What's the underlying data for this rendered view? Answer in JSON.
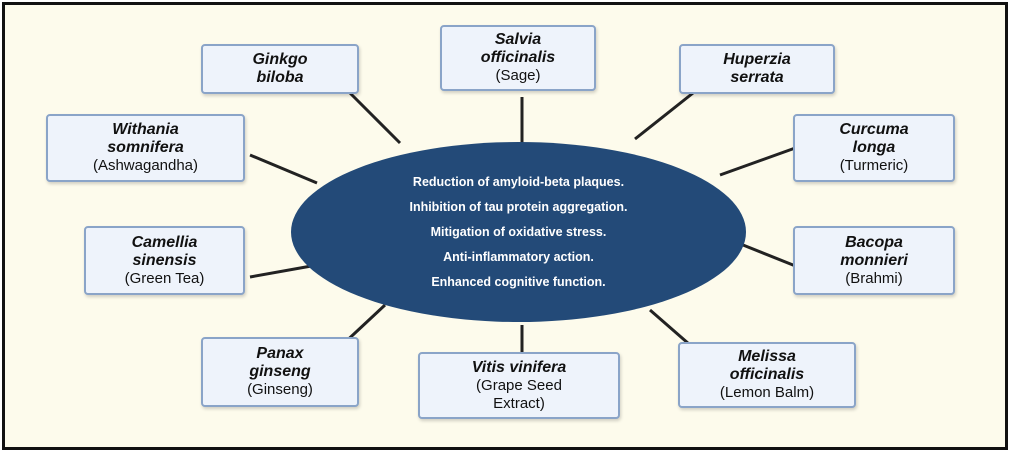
{
  "center": {
    "lines": [
      "Reduction of amyloid-beta plaques.",
      "Inhibition of tau protein aggregation.",
      "Mitigation of oxidative stress.",
      "Anti-inflammatory action.",
      "Enhanced cognitive function."
    ]
  },
  "nodes": [
    {
      "sci1": "Ginkgo",
      "sci2": "biloba",
      "common": ""
    },
    {
      "sci1": "Salvia",
      "sci2": "officinalis",
      "common": "(Sage)"
    },
    {
      "sci1": "Huperzia",
      "sci2": "serrata",
      "common": ""
    },
    {
      "sci1": "Withania",
      "sci2": "somnifera",
      "common": "(Ashwagandha)"
    },
    {
      "sci1": "Curcuma",
      "sci2": "longa",
      "common": "(Turmeric)"
    },
    {
      "sci1": "Camellia",
      "sci2": "sinensis",
      "common": "(Green Tea)"
    },
    {
      "sci1": "Bacopa",
      "sci2": "monnieri",
      "common": "(Brahmi)"
    },
    {
      "sci1": "Panax",
      "sci2": "ginseng",
      "common": "(Ginseng)"
    },
    {
      "sci1": "Vitis vinifera",
      "sci2": "",
      "common": "(Grape Seed",
      "common2": "Extract)"
    },
    {
      "sci1": "Melissa",
      "sci2": "officinalis",
      "common": "(Lemon Balm)"
    }
  ],
  "colors": {
    "background": "#fdfbec",
    "ellipse": "#234a78",
    "box_fill": "#eef3fb",
    "box_border": "#8aa4c8",
    "connector": "#222222"
  }
}
